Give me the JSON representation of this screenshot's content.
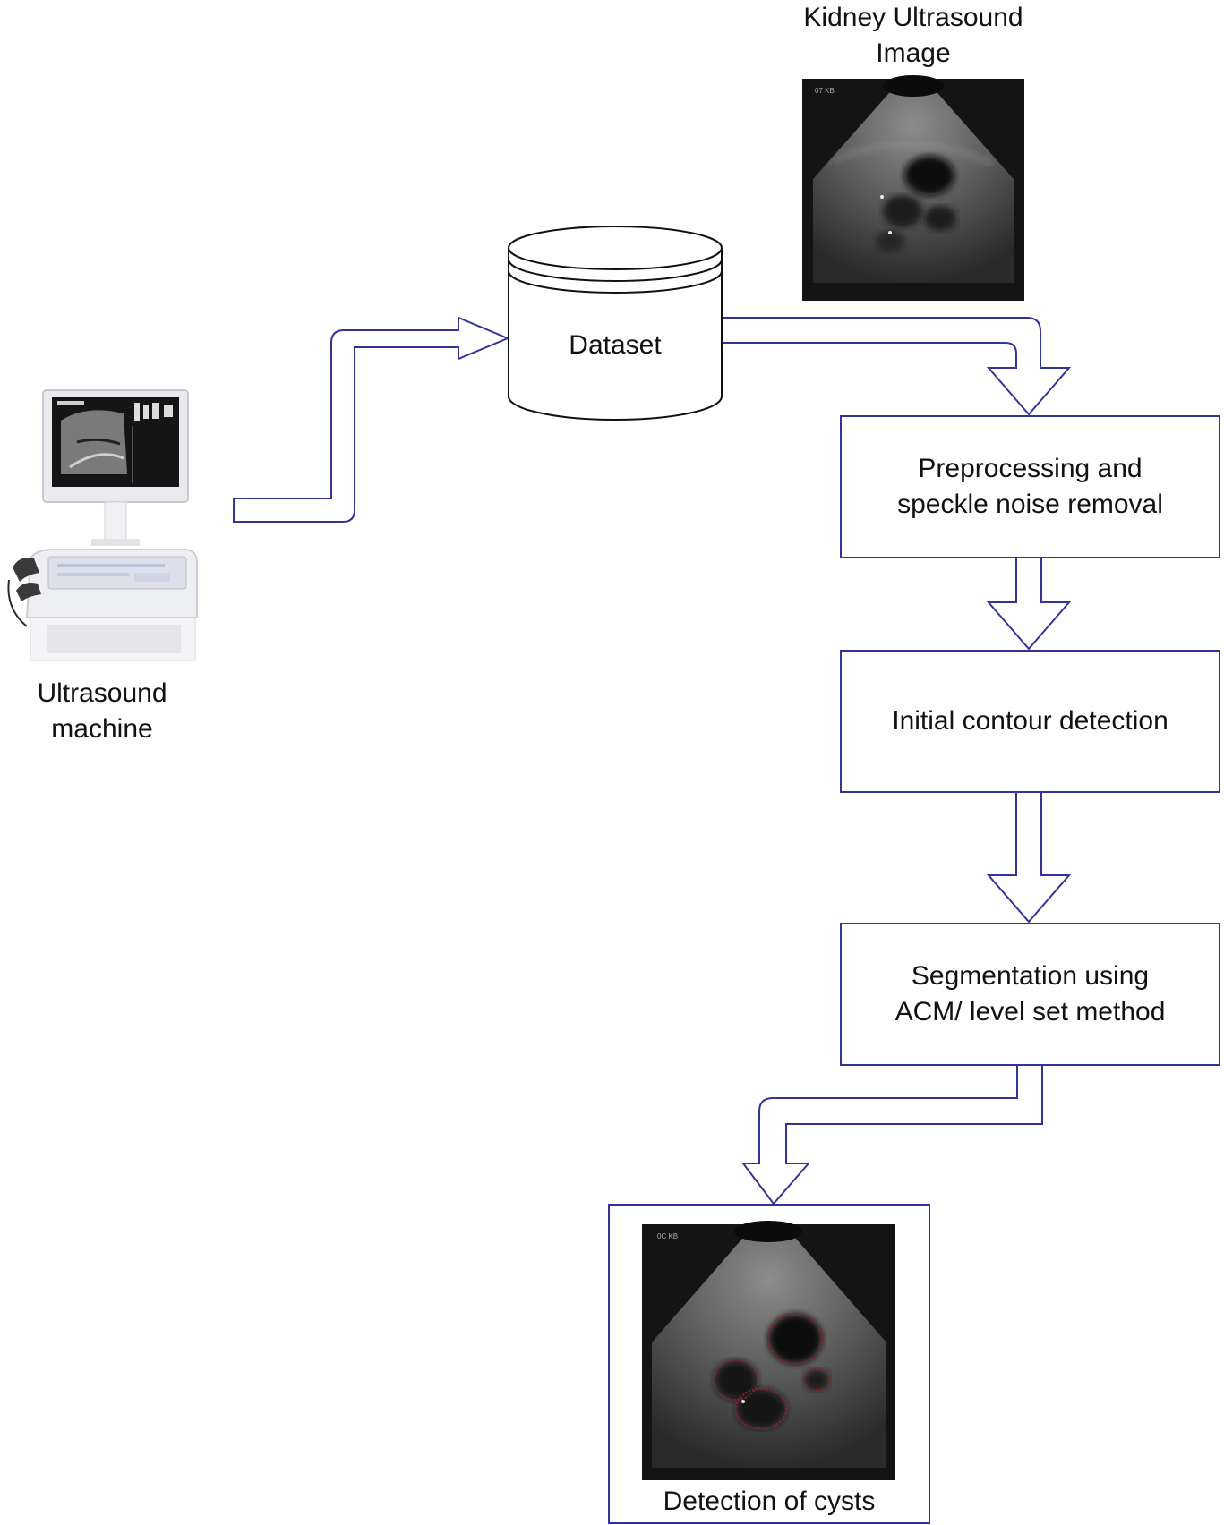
{
  "labels": {
    "kidney_image": "Kidney Ultrasound Image",
    "dataset": "Dataset",
    "ultrasound_machine": "Ultrasound machine",
    "output": "Detection of cysts"
  },
  "steps": [
    "Preprocessing and speckle noise removal",
    "Initial contour detection",
    "Segmentation using ACM/ level set method"
  ],
  "image_text": {
    "top": "07 KB",
    "bottom": "0C KB"
  },
  "colors": {
    "arrow_outline": "#33339a",
    "box_border": "#33339a",
    "cyst_outline": "#8a1f2a",
    "ultrasound_bg": "#141414"
  }
}
